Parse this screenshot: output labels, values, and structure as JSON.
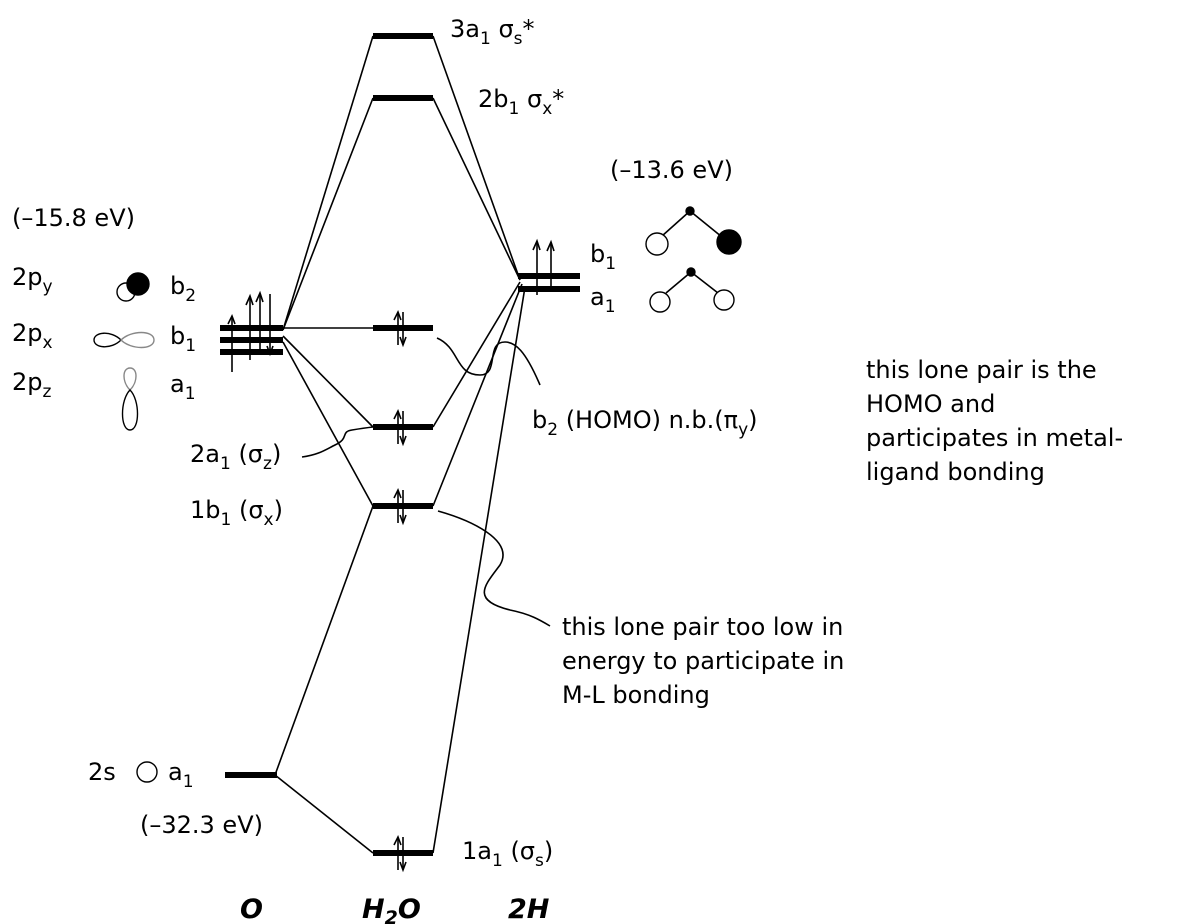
{
  "columns": {
    "o": "O",
    "h2o_main": "H",
    "h2o_sub": "2",
    "h2o_end": "O",
    "h2": "2H"
  },
  "energies": {
    "o2p": "(–15.8 eV)",
    "h1s": "(–13.6 eV)",
    "o2s": "(–32.3 eV)"
  },
  "o_orbitals": {
    "p_y": {
      "main": "2p",
      "sub": "y",
      "sym_main": "b",
      "sym_sub": "2"
    },
    "p_x": {
      "main": "2p",
      "sub": "x",
      "sym_main": "b",
      "sym_sub": "1"
    },
    "p_z": {
      "main": "2p",
      "sub": "z",
      "sym_main": "a",
      "sym_sub": "1"
    },
    "s": {
      "main": "2s",
      "sym_main": "a",
      "sym_sub": "1"
    }
  },
  "h_orbitals": {
    "b1": {
      "main": "b",
      "sub": "1"
    },
    "a1": {
      "main": "a",
      "sub": "1"
    }
  },
  "mo_labels": {
    "3a1": {
      "pre": "3a",
      "sub1": "1",
      "mid": " σ",
      "sub2": "s",
      "post": "*"
    },
    "2b1": {
      "pre": "2b",
      "sub1": "1",
      "mid": " σ",
      "sub2": "x",
      "post": "*"
    },
    "b2": {
      "pre": "b",
      "sub1": "2",
      "mid": " (HOMO) n.b.(π",
      "sub2": "y",
      "post": ")"
    },
    "2a1": {
      "pre": "2a",
      "sub1": "1",
      "mid": " (σ",
      "sub2": "z",
      "post": ")"
    },
    "1b1": {
      "pre": "1b",
      "sub1": "1",
      "mid": " (σ",
      "sub2": "x",
      "post": ")"
    },
    "1a1": {
      "pre": "1a",
      "sub1": "1",
      "mid": " (σ",
      "sub2": "s",
      "post": ")"
    }
  },
  "notes": {
    "homo": [
      "this lone pair is the",
      "HOMO and",
      "participates in metal-",
      "ligand bonding"
    ],
    "low": [
      "this lone pair too low in",
      "energy to participate in",
      "M-L bonding"
    ]
  }
}
